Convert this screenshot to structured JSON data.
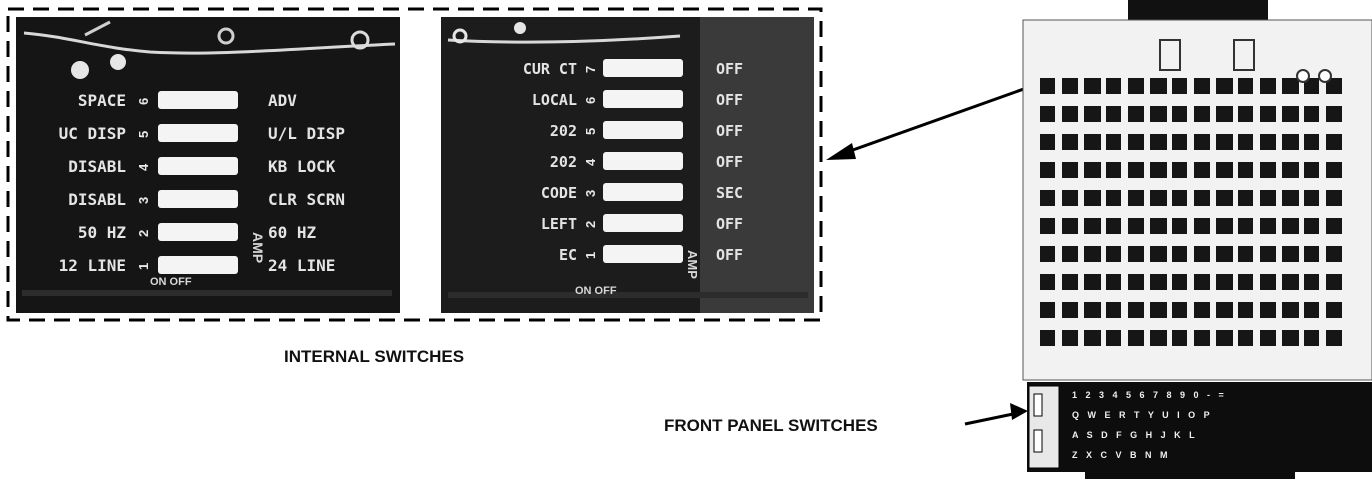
{
  "captions": {
    "internal": "INTERNAL SWITCHES",
    "front_panel": "FRONT PANEL SWITCHES"
  },
  "left_bank": {
    "left_labels": [
      "SPACE",
      "UC DISP",
      "DISABL",
      "DISABL",
      "50 HZ",
      "12 LINE"
    ],
    "numbers": [
      "6",
      "5",
      "4",
      "3",
      "2",
      "1"
    ],
    "right_labels": [
      "ADV",
      "U/L DISP",
      "KB LOCK",
      "CLR SCRN",
      "60 HZ",
      "24 LINE"
    ],
    "side_text": "AMP",
    "bottom_text": "ON OFF"
  },
  "right_bank": {
    "left_labels": [
      "CUR CT",
      "LOCAL",
      "202",
      "202",
      "CODE",
      "LEFT",
      "EC"
    ],
    "numbers": [
      "7",
      "6",
      "5",
      "4",
      "3",
      "2",
      "1"
    ],
    "right_labels": [
      "OFF",
      "OFF",
      "OFF",
      "OFF",
      "SEC",
      "OFF",
      "OFF"
    ],
    "side_text": "AMP",
    "bottom_text": "ON OFF"
  },
  "keyboard_rows": [
    "1 2 3 4 5 6 7 8 9 0 - =",
    "Q W E R T Y U I O P",
    "A S D F G H J K L",
    "Z X C V B N M"
  ]
}
